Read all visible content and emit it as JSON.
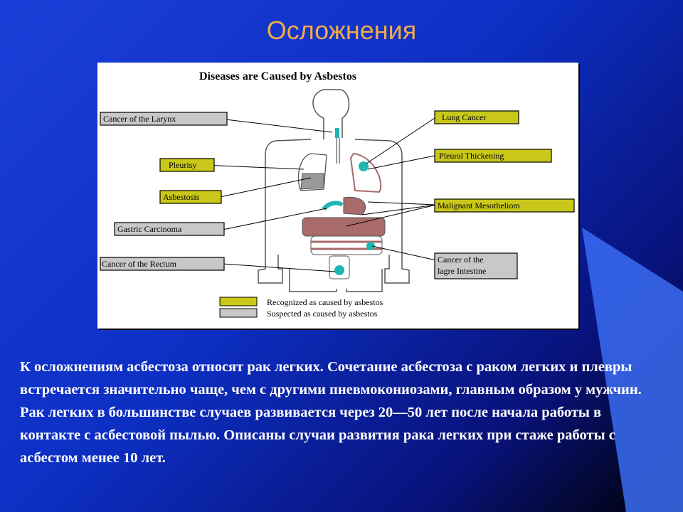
{
  "slide": {
    "title": "Осложнения",
    "body": "К осложнениям асбестоза относят рак легких. Сочетание асбестоза с раком легких и плевры встречается значительно чаще, чем с другими пневмокониозами, главным образом у мужчин. Рак легких в большинстве случаев развивается через 20—50 лет после начала работы в контакте с асбестовой пылью. Описаны случаи развития рака легких при стаже работы с асбестом менее 10 лет."
  },
  "figure": {
    "title": "Diseases are Caused by Asbestos",
    "labels": {
      "larynx": "Cancer of the Larynx",
      "pleurisy": "Pleurisy",
      "asbestosis": "Asbestosis",
      "gastric": "Gastric Carcinoma",
      "rectum": "Cancer of the Rectum",
      "lung_cancer": "Lung Cancer",
      "pleural_thickening": "Pleural Thickening",
      "mesothelioma": "Malignant Mesotheliom",
      "large_intestine_1": "Cancer of the",
      "large_intestine_2": "lagre Intestine"
    },
    "legend": {
      "recognized": "Recognized as caused by asbestos",
      "suspected": "Suspected as caused by asbestos"
    },
    "colors": {
      "recognized": "#c9c81a",
      "suspected": "#c8c8c8",
      "organ_highlight": "#1fb6b3",
      "organ_affected": "#a86a6a"
    }
  },
  "theme": {
    "title_color": "#f2a94b",
    "text_color": "#ffffff",
    "background": "#0d2fc4"
  }
}
